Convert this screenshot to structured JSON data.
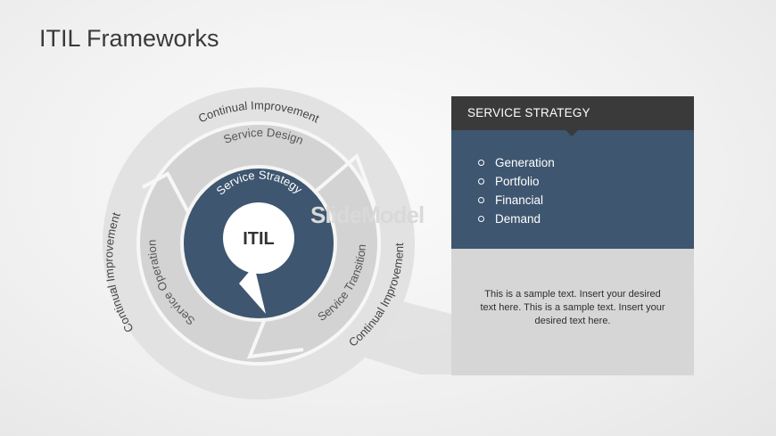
{
  "title": "ITIL Frameworks",
  "watermark": "SlideModel",
  "wheel": {
    "center_label": "ITIL",
    "inner_label": "Service Strategy",
    "middle_labels": [
      "Service Design",
      "Service Transition",
      "Service Operation"
    ],
    "outer_labels": [
      "Continual Improvement",
      "Continual Improvement",
      "Continual Improvement"
    ]
  },
  "panel": {
    "header": "SERVICE STRATEGY",
    "items": [
      "Generation",
      "Portfolio",
      "Financial",
      "Demand"
    ],
    "body": "This is a sample text. Insert your desired text here. This is a sample text. Insert your desired text here."
  },
  "colors": {
    "navy": "#3e566f",
    "dark_header": "#3a3a3a",
    "ring_outer": "#e2e2e2",
    "ring_middle": "#d3d3d3",
    "panel_body": "#d6d6d6"
  }
}
